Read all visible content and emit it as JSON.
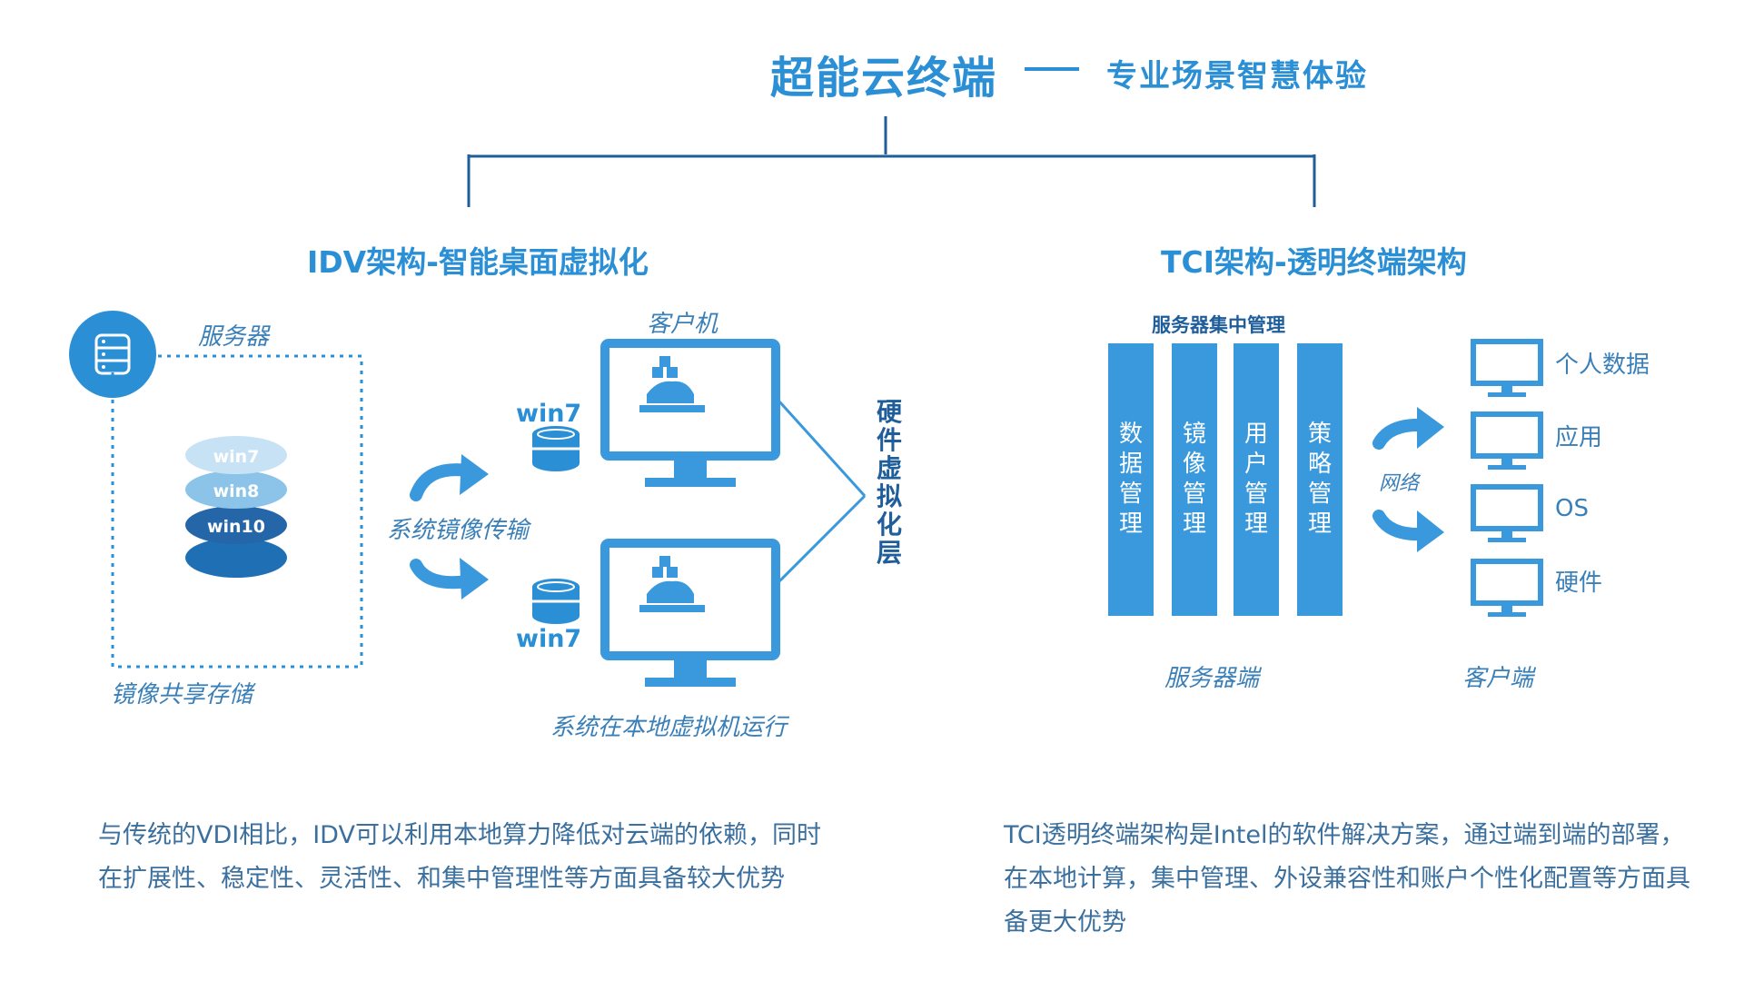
{
  "header": {
    "title": "超能云终端",
    "subtitle": "专业场景智慧体验"
  },
  "idv": {
    "title": "IDV架构-智能桌面虚拟化",
    "server_label": "服务器",
    "storage_label": "镜像共享存储",
    "images": [
      "win7",
      "win8",
      "win10"
    ],
    "transfer_label": "系统镜像传输",
    "client_label": "客户机",
    "client_os_top": "win7",
    "client_os_bottom": "win7",
    "hw_layer_label": [
      "硬",
      "件",
      "虚",
      "拟",
      "化",
      "层"
    ],
    "local_vm_label": "系统在本地虚拟机运行",
    "description": "与传统的VDI相比，IDV可以利用本地算力降低对云端的依赖，同时在扩展性、稳定性、灵活性、和集中管理性等方面具备较大优势"
  },
  "tci": {
    "title": "TCI架构-透明终端架构",
    "server_mgmt_label": "服务器集中管理",
    "columns": [
      [
        "数",
        "据",
        "管",
        "理"
      ],
      [
        "镜",
        "像",
        "管",
        "理"
      ],
      [
        "用",
        "户",
        "管",
        "理"
      ],
      [
        "策",
        "略",
        "管",
        "理"
      ]
    ],
    "network_label": "网络",
    "client_items": [
      "个人数据",
      "应用",
      "OS",
      "硬件"
    ],
    "server_side_label": "服务器端",
    "client_side_label": "客户端",
    "description": "TCI透明终端架构是Intel的软件解决方案，通过端到端的部署，在本地计算，集中管理、外设兼容性和账户个性化配置等方面具备更大优势"
  },
  "colors": {
    "primary": "#2b8fd6",
    "light": "#4aa8e6",
    "pale": "#b9dcf2",
    "dark": "#1f5e9a"
  }
}
